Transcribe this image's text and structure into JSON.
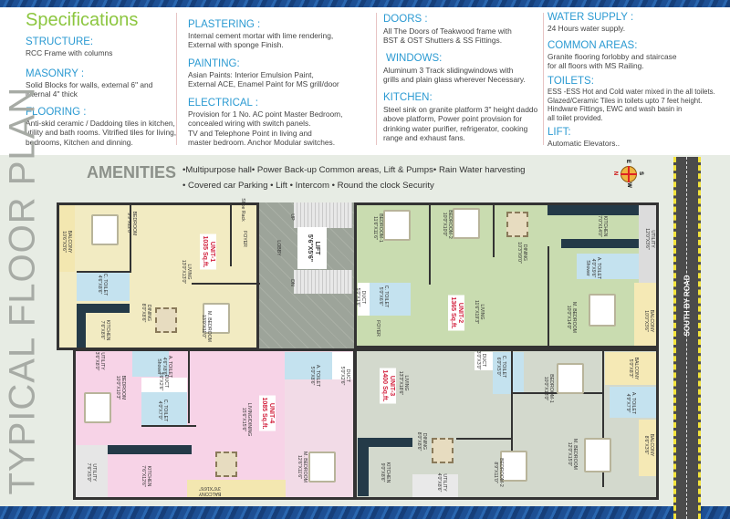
{
  "specs": {
    "title": "Specifications",
    "structure": {
      "h": "STRUCTURE:",
      "b": "RCC Frame with columns"
    },
    "masonry": {
      "h": "MASONRY :",
      "b": "Solid Blocks for walls, external 6\" and\ninternal 4\" thick"
    },
    "flooring": {
      "h": "FLOORING :",
      "b": "Anti-skid ceramic / Daddoing tiles in kitchen,\nutility and bath rooms. Vitrified tiles for living,\nbedrooms, Kitchen and dinning."
    },
    "plastering": {
      "h": "PLASTERING :",
      "b": "Internal cement mortar with lime rendering,\nExternal with sponge Finish."
    },
    "painting": {
      "h": "PAINTING:",
      "b": "Asian Paints:  Interior Emulsion Paint,\nExternal ACE, Enamel Paint for MS grill/door"
    },
    "electrical": {
      "h": "ELECTRICAL :",
      "b": "Provision for 1 No. AC point Master Bedroom,\nconcealed wiring  with switch panels.\nTV and  Telephone Point in living and\nmaster bedroom. Anchor Modular switches."
    },
    "doors": {
      "h": "DOORS :",
      "b": "All The Doors of Teakwood frame with\nBST & OST Shutters & SS Fittings."
    },
    "windows": {
      "h": "WINDOWS:",
      "b": " Aluminum 3 Track slidingwindows with\ngrills and plain glass  wherever Necessary."
    },
    "kitchen": {
      "h": "KITCHEN:",
      "b": "Steel sink on granite platform 3\" height daddo\nabove platform, Power point provision for\ndrinking water purifier, refrigerator, cooking\nrange and exhaust fans."
    },
    "water": {
      "h": "WATER SUPPLY :",
      "b": "24 Hours water supply."
    },
    "common": {
      "h": "COMMON AREAS:",
      "b": "Granite flooring  forlobby and staircase\nfor all floors with MS Railing."
    },
    "toilets": {
      "h": "TOILETS:",
      "b": "ESS -ESS Hot and Cold water mixed in the all toilets.\nGlazed/Ceramic Tiles in toilets upto 7 feet height.\nHindware Fittings, EWC and wash basin in\nall toilet provided."
    },
    "lift": {
      "h": "LIFT:",
      "b": "Automatic Elevators.."
    }
  },
  "plan": {
    "vertical_title": "TYPICAL FLOOR PLAN",
    "amenities_title": "AMENITIES",
    "amenities_line1": "•Multipurpose hall• Power Back-up Common areas, Lift & Pumps• Rain Water harvesting",
    "amenities_line2": "• Covered car Parking • Lift  • Intercom • Round the clock Security",
    "road": "SOUTH BY ROAD",
    "compass": {
      "n": "N",
      "s": "S",
      "e": "E",
      "w": "W"
    },
    "units": [
      "UNIT-1\n1035 Sq.ft.",
      "UNIT-2\n1365 Sq.ft.",
      "UNIT-3\n1400 Sq.ft.",
      "UNIT-4\n1085 Sq.ft."
    ],
    "rooms": [
      "BALCONY\n10'6\"X3'6\"",
      "BEDROOM\n9'9\"X12'0\"",
      "C. TOILET\n4'6\"X8'6\"",
      "LIVING\n13'0\"X13'0\"",
      "Shoe Rack",
      "FOYER",
      "DINING\n8'0\"X8'6\"",
      "KITCHEN\n7'6\"X8'6\"",
      "M. BEDROOM\n13'0\"X11'0\"",
      "UTILITY\n3'6\"X8'0\"",
      "A. TOILET\n4'6\"X8'6\"\nShower",
      "LOBBY",
      "LIFT\n5'6\"X5'6\"",
      "UP",
      "DN",
      "BEDROOM-1\n11'6\"X11'6\"",
      "BEDROOM-2\n10'0\"X10'0\"",
      "DINING\n10'3\"X9'0\"",
      "KITCHEN\n7'0\"X14'0\"",
      "UTILITY\n12'0\"X3'6\"",
      "A. TOILET\n4'0\"X9'6\"\nShower",
      "DUCT\n5'0\"X1'6\"",
      "C. TOILET\n5'0\"X6'6\"",
      "LIVING\n11'6\"X19'3\"",
      "FOYER",
      "M. BEDROOM\n10'0\"X14'0\"",
      "BALCONY\n10'0\"X3'6\"",
      "LIVING\n13'3\"X18'6\"",
      "DUCT\n3'0\"X3'0\"",
      "C. TOILET\n6'0\"X5'0\"",
      "BEDROOM-1\n10'0\"X13'0\"",
      "BALCONY\n5'0\"X8'3\"",
      "A. TOILET\n4'9\"X7'9\"",
      "DINING\n8'0\"X8'6\"",
      "KITCHEN\n9'0\"X8'6\"",
      "UTILITY\n4'0\"X8'6\"",
      "BEDROOM-2\n8'9\"X11'0\"",
      "M. BEDROOM\n12'0\"X15'0\"",
      "BALCONY\n8'6\"X3'6\"",
      "BEDROOM\n10'0\"X10'3\"",
      "DUCT\n3'6\"X2'6\"",
      "C. TOILET\n4'0\"X7'0\"",
      "LIVING/DINING\n15'6\"X15'6\"",
      "A. TOILET\n5'0\"X8'6\"",
      "DUCT\n5'0\"X2'6\"",
      "M. BEDROOM\n12'6\"X11'6\"",
      "UTILITY\n7'6\"X5'0\"",
      "KITCHEN\n7'6\"X12'6\"",
      "BALCONY\n3'6\"X16'6\""
    ]
  },
  "colors": {
    "accent_green": "#8cc63f",
    "heading_blue": "#2b9ad2",
    "unit1": "#f2ebc2",
    "unit2": "#c9dcb0",
    "unit3": "#d3d9cd",
    "unit4": "#f7d3e7",
    "unit_label": "#d21f3c"
  }
}
